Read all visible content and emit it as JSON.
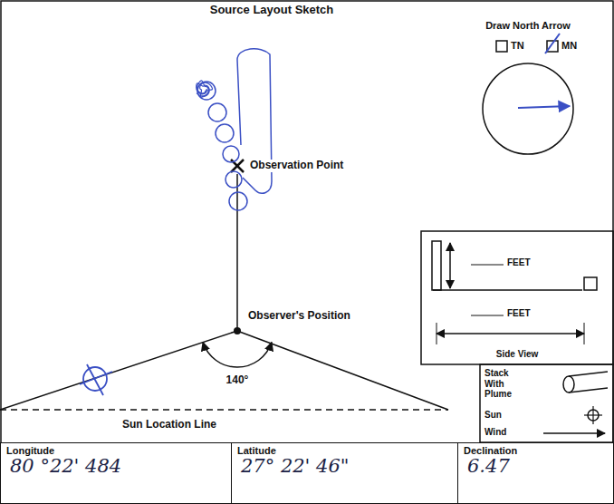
{
  "diagram": {
    "title": "Source Layout Sketch",
    "nodes": [
      {
        "text": [
          "Longitude",
          "80 °22' 484"
        ]
      },
      {
        "text": [
          "Latitude",
          "27° 22' 46\""
        ]
      },
      {
        "text": [
          "Declination",
          "6.47"
        ]
      }
    ],
    "labels": [
      "Draw North Arrow",
      "TN",
      "MN",
      "Observation Point",
      "Observer's Position",
      "140°",
      "Sun Location Line",
      "FEET",
      "FEET",
      "Side View"
    ],
    "legend": [
      {
        "text": "Stack With Plume"
      },
      {
        "text": "Sun"
      },
      {
        "text": "Wind"
      }
    ]
  }
}
